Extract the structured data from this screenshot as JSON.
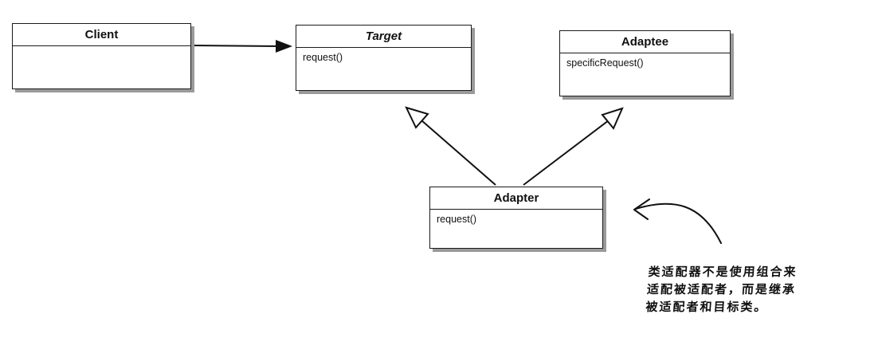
{
  "classes": {
    "client": {
      "name": "Client",
      "operations": ""
    },
    "target": {
      "name": "Target",
      "operations": "request()"
    },
    "adaptee": {
      "name": "Adaptee",
      "operations": "specificRequest()"
    },
    "adapter": {
      "name": "Adapter",
      "operations": "request()"
    }
  },
  "annotation": {
    "lines": [
      "类适配器不是使用组合来",
      "适配被适配者，而是继承",
      "被适配者和目标类。"
    ]
  }
}
